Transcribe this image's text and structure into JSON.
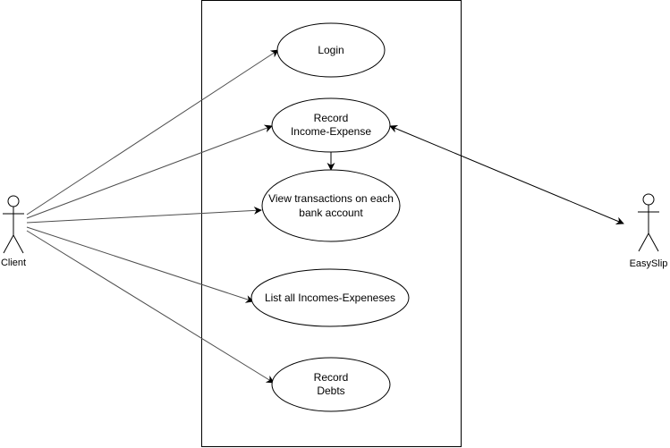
{
  "colors": {
    "stroke": "#000000",
    "assoc_line": "#4d4d4d",
    "background": "#ffffff"
  },
  "actors": {
    "client": {
      "label": "Client"
    },
    "easyslip": {
      "label": "EasySlip"
    }
  },
  "use_cases": {
    "login": {
      "lines": [
        "Login"
      ]
    },
    "record_ie": {
      "lines": [
        "Record",
        "Income-Expense"
      ]
    },
    "view_tx": {
      "lines": [
        "View transactions on each",
        "bank account"
      ]
    },
    "list_ie": {
      "lines": [
        "List all Incomes-Expeneses"
      ]
    },
    "record_debts": {
      "lines": [
        "Record",
        "Debts"
      ]
    }
  }
}
